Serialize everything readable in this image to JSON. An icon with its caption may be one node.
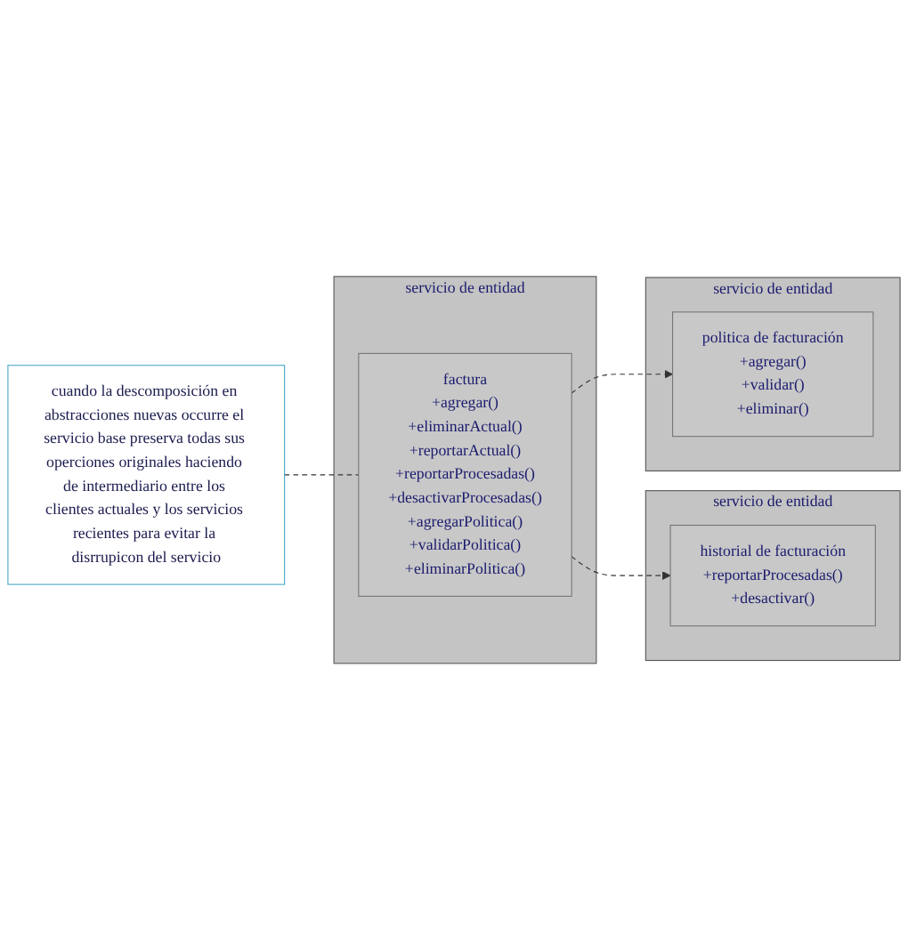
{
  "diagram": {
    "nodes": [
      {
        "text": [
          "servicio de entidad"
        ]
      },
      {
        "text": [
          "factura",
          "+agregar()",
          "+eliminarActual()",
          "+reportarActual()",
          "+reportarProcesadas()",
          "+desactivarProcesadas()",
          "+agregarPolitica()",
          "+validarPolitica()",
          "+eliminarPolitica()"
        ],
        "in": 0
      },
      {
        "text": [
          "servicio de entidad"
        ]
      },
      {
        "text": [
          "historial de facturación",
          "+reportarProcesadas()",
          "+desactivar()"
        ],
        "in": 2
      },
      {
        "text": [
          "servicio de entidad"
        ]
      },
      {
        "text": [
          "politica de facturación",
          "+agregar()",
          "+validar()",
          "+eliminar()"
        ],
        "in": 4
      },
      {
        "text": [
          "cuando la descomposición en abstracciones nuevas occurre el servicio base preserva todas sus operciones originales haciendo de intermediario entre los clientes actuales y los servicios recientes para evitar la disrrupicon del servicio"
        ]
      }
    ],
    "edges": [
      {
        "from": 1,
        "to": 3,
        "arrow": "to",
        "style": "dashed"
      },
      {
        "from": 1,
        "to": 5,
        "arrow": "to",
        "style": "dashed"
      },
      {
        "from": 6,
        "to": 1,
        "arrow": "none",
        "style": "dashed"
      }
    ]
  }
}
